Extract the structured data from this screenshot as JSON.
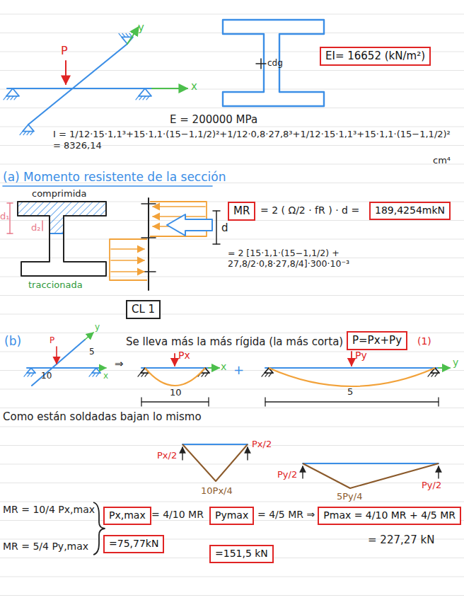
{
  "diagram": {
    "nodes": [
      {
        "text": [
          "EI= 16652 (kN/m²)"
        ]
      },
      {
        "text": [
          "MR"
        ]
      },
      {
        "text": [
          "189,4254mkN"
        ]
      },
      {
        "text": [
          "CL 1"
        ]
      },
      {
        "text": [
          "P=Px+Py"
        ]
      },
      {
        "text": [
          "Px,max"
        ]
      },
      {
        "text": [
          "Pymax"
        ]
      },
      {
        "text": [
          "Pmax = 4/10 MR + 4/5 MR"
        ]
      },
      {
        "text": [
          "=75,77kN"
        ]
      },
      {
        "text": [
          "=151,5 kN"
        ]
      }
    ],
    "labels": [
      "y",
      "P",
      "x",
      "cdg",
      "E = 200000 MPa",
      "I = 1/12·15·1,1³+15·1,1·(15−1,1/2)²+1/12·0,8·27,8³+1/12·15·1,1³+15·1,1·(15−1,1/2)² = 8326,14",
      "cm⁴",
      "(a) Momento resistente de la sección",
      "comprimida",
      "d₁",
      "d₂",
      "traccionada",
      "d",
      "= 2 ( Ω/2 · fR ) · d =",
      "= 2 [15·1,1·(15−1,1/2) + 27,8/2·0,8·27,8/4]·300·10⁻³",
      "(b)",
      "P",
      "10",
      "5",
      "y",
      "x",
      "⇒",
      "Se lleva más la más rígida (la más corta)",
      "(1)",
      "Px",
      "x",
      "10",
      "+",
      "Py",
      "y",
      "5",
      "Como están soldadas bajan lo mismo",
      "Px/2",
      "Px/2",
      "10Px/4",
      "Py/2",
      "Py/2",
      "5Py/4",
      "MR = 10/4 Px,max",
      "MR = 5/4 Py,max",
      "= 4/10 MR",
      "= 4/5 MR ⇒",
      "= 227,27 kN"
    ]
  }
}
